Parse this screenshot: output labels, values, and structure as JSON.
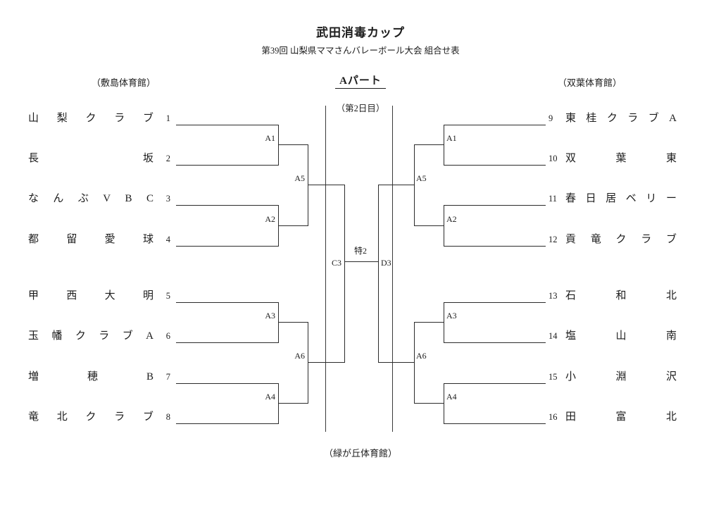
{
  "header": {
    "title": "武田消毒カップ",
    "subtitle": "第39回 山梨県ママさんバレーボール大会 組合せ表",
    "venue_left": "（敷島体育館）",
    "part_label": "Aパート",
    "venue_right": "（双葉体育館）",
    "day_label": "（第2日目）"
  },
  "footer": {
    "venue_bottom": "（緑が丘体育館）"
  },
  "left_teams": [
    {
      "seed": "1",
      "name": "山梨クラブ"
    },
    {
      "seed": "2",
      "name": "長坂"
    },
    {
      "seed": "3",
      "name": "なんぶVBC"
    },
    {
      "seed": "4",
      "name": "都留愛球"
    },
    {
      "seed": "5",
      "name": "甲西大明"
    },
    {
      "seed": "6",
      "name": "玉幡クラブA"
    },
    {
      "seed": "7",
      "name": "増穂B"
    },
    {
      "seed": "8",
      "name": "竜北クラブ"
    }
  ],
  "right_teams": [
    {
      "seed": "9",
      "name": "東桂クラブA"
    },
    {
      "seed": "10",
      "name": "双葉東"
    },
    {
      "seed": "11",
      "name": "春日居ベリー"
    },
    {
      "seed": "12",
      "name": "貢竜クラブ"
    },
    {
      "seed": "13",
      "name": "石和北"
    },
    {
      "seed": "14",
      "name": "塩山南"
    },
    {
      "seed": "15",
      "name": "小淵沢"
    },
    {
      "seed": "16",
      "name": "田富北"
    }
  ],
  "match_labels": {
    "left": {
      "a1": "A1",
      "a2": "A2",
      "a3": "A3",
      "a4": "A4",
      "a5": "A5",
      "a6": "A6",
      "c3": "C3"
    },
    "right": {
      "a1": "A1",
      "a2": "A2",
      "a3": "A3",
      "a4": "A4",
      "a5": "A5",
      "a6": "A6",
      "d3": "D3"
    },
    "final": "特2"
  }
}
